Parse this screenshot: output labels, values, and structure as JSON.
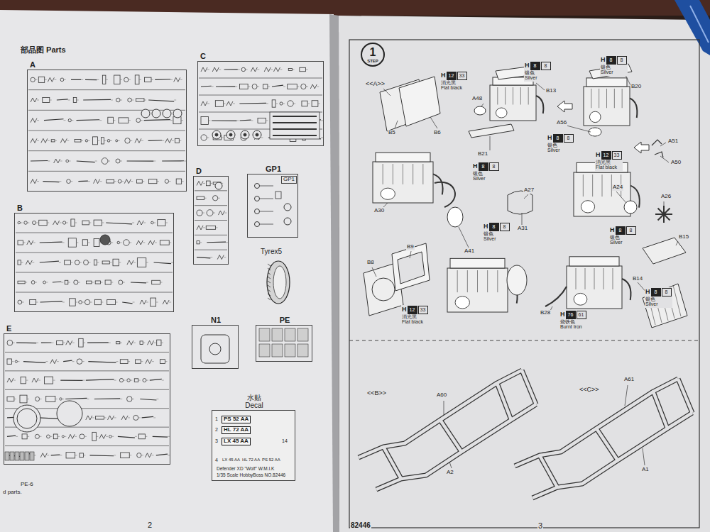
{
  "diagram": {
    "title": "部品图 Parts",
    "nodes": [
      {
        "text": [
          "A"
        ]
      },
      {
        "text": [
          "B"
        ]
      },
      {
        "text": [
          "E"
        ]
      },
      {
        "text": [
          "C"
        ]
      },
      {
        "text": [
          "D"
        ]
      },
      {
        "text": [
          "GP1"
        ]
      },
      {
        "text": [
          "GP1"
        ],
        "in": 5
      },
      {
        "text": [
          "N1"
        ]
      },
      {
        "text": [
          "PE"
        ]
      },
      {
        "text": [
          "水贴 Decal"
        ]
      },
      {
        "text": [
          "PS 52 AA"
        ],
        "in": 9
      },
      {
        "text": [
          "HL 72 AA"
        ],
        "in": 9
      },
      {
        "text": [
          "LX 45 AA"
        ],
        "in": 9
      },
      {
        "text": [
          "1",
          "STEP"
        ]
      },
      {
        "text": [
          "H",
          "12",
          "33",
          "消光黑",
          "Flat black"
        ]
      },
      {
        "text": [
          "H",
          "8",
          "8",
          "银色",
          "Silver"
        ]
      },
      {
        "text": [
          "H",
          "8",
          "8",
          "银色",
          "Silver"
        ]
      },
      {
        "text": [
          "H",
          "8",
          "8",
          "银色",
          "Silver"
        ]
      },
      {
        "text": [
          "H",
          "12",
          "33",
          "消光黑",
          "Flat black"
        ]
      },
      {
        "text": [
          "H",
          "8",
          "8",
          "银色",
          "Silver"
        ]
      },
      {
        "text": [
          "H",
          "8",
          "8",
          "银色",
          "Silver"
        ]
      },
      {
        "text": [
          "H",
          "8",
          "8",
          "银色",
          "Silver"
        ]
      },
      {
        "text": [
          "H",
          "12",
          "33",
          "消光黑",
          "Flat black"
        ]
      },
      {
        "text": [
          "H",
          "8",
          "8",
          "银色",
          "Silver"
        ]
      },
      {
        "text": [
          "H",
          "76",
          "61",
          "烧铁色",
          "Burnt Iron"
        ]
      }
    ],
    "labels": [
      "Tyrex5",
      "1",
      "2",
      "3",
      "4",
      "14",
      "LX 45 AA",
      "HL 72 AA",
      "PS 52 AA",
      "Defender XD \"Wolf\" W.M.I.K",
      "1/35 Scale HobbyBoss NO.82446",
      "PE-6",
      "d parts.",
      "2",
      "<<A>>",
      "B5",
      "B6",
      "A48",
      "B13",
      "B21",
      "B20",
      "A56",
      "A51",
      "A50",
      "A30",
      "A41",
      "A31",
      "A27",
      "A24",
      "A26",
      "B15",
      "B14",
      "B8",
      "B9",
      "B28",
      "<<B>>",
      "A60",
      "A2",
      "<<C>>",
      "A61",
      "A1",
      "82446",
      "3"
    ]
  }
}
